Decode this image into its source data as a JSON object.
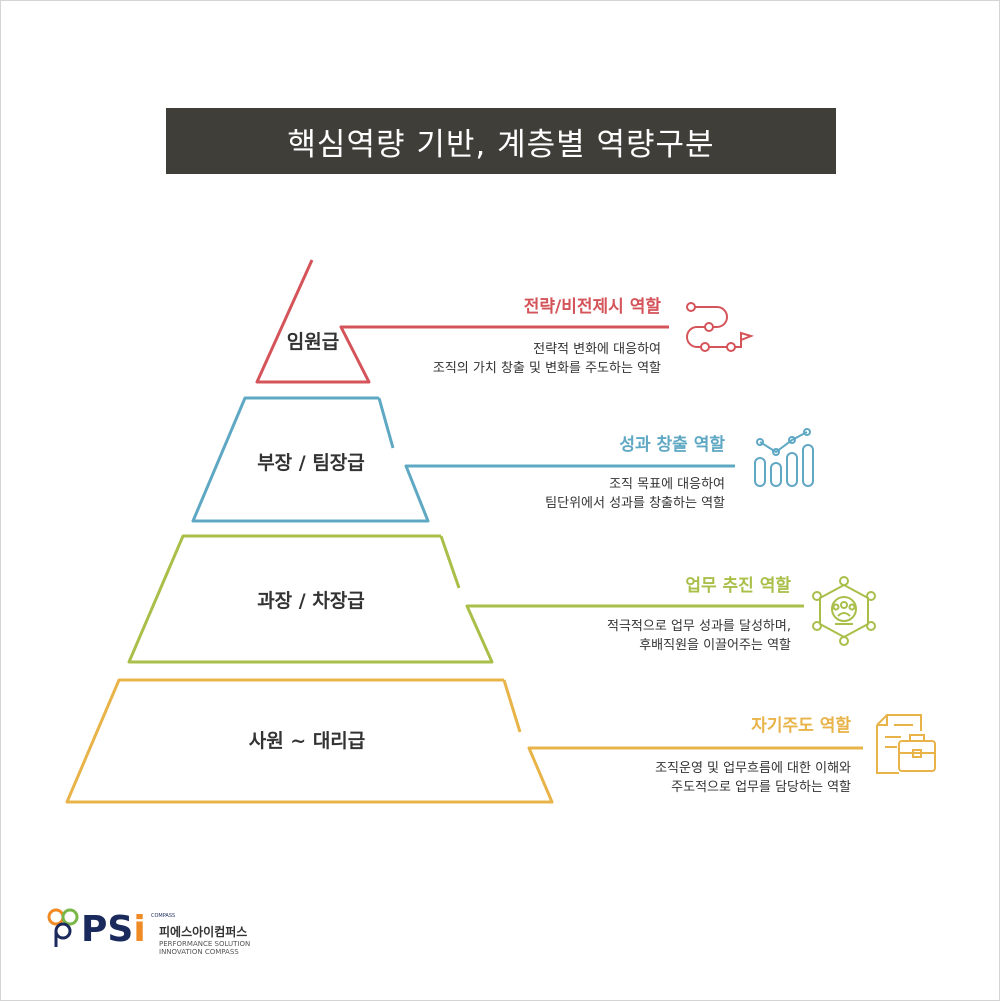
{
  "title": "핵심역량 기반, 계층별 역량구분",
  "tiers": [
    {
      "label": "임원급",
      "role_title": "전략/비전제시 역할",
      "desc_line1": "전략적 변화에 대응하여",
      "desc_line2": "조직의 가치 창출 및 변화를 주도하는 역할",
      "color": "#d4545a",
      "icon": "roadmap-icon"
    },
    {
      "label": "부장 / 팀장급",
      "role_title": "성과 창출 역할",
      "desc_line1": "조직 목표에 대응하여",
      "desc_line2": "팀단위에서 성과를 창출하는 역할",
      "color": "#5fa8c4",
      "icon": "bar-chart-icon"
    },
    {
      "label": "과장 / 차장급",
      "role_title": "업무 추진 역할",
      "desc_line1": "적극적으로 업무 성과를 달성하며,",
      "desc_line2": "후배직원을 이끌어주는 역할",
      "color": "#a9bf4a",
      "icon": "team-network-icon"
    },
    {
      "label": "사원 ~ 대리급",
      "role_title": "자기주도 역할",
      "desc_line1": "조직운영 및 업무흐름에 대한 이해와",
      "desc_line2": "주도적으로 업무를 담당하는 역할",
      "color": "#e8b449",
      "icon": "briefcase-document-icon"
    }
  ],
  "logo": {
    "brand": "PSi",
    "small": "COMPASS",
    "korean": "피에스아이컴퍼스",
    "line1": "PERFORMANCE SOLUTION",
    "line2": "INNOVATION COMPASS",
    "colors": {
      "navy": "#1b2a5c",
      "orange": "#f08a24",
      "green": "#7ab648"
    }
  }
}
